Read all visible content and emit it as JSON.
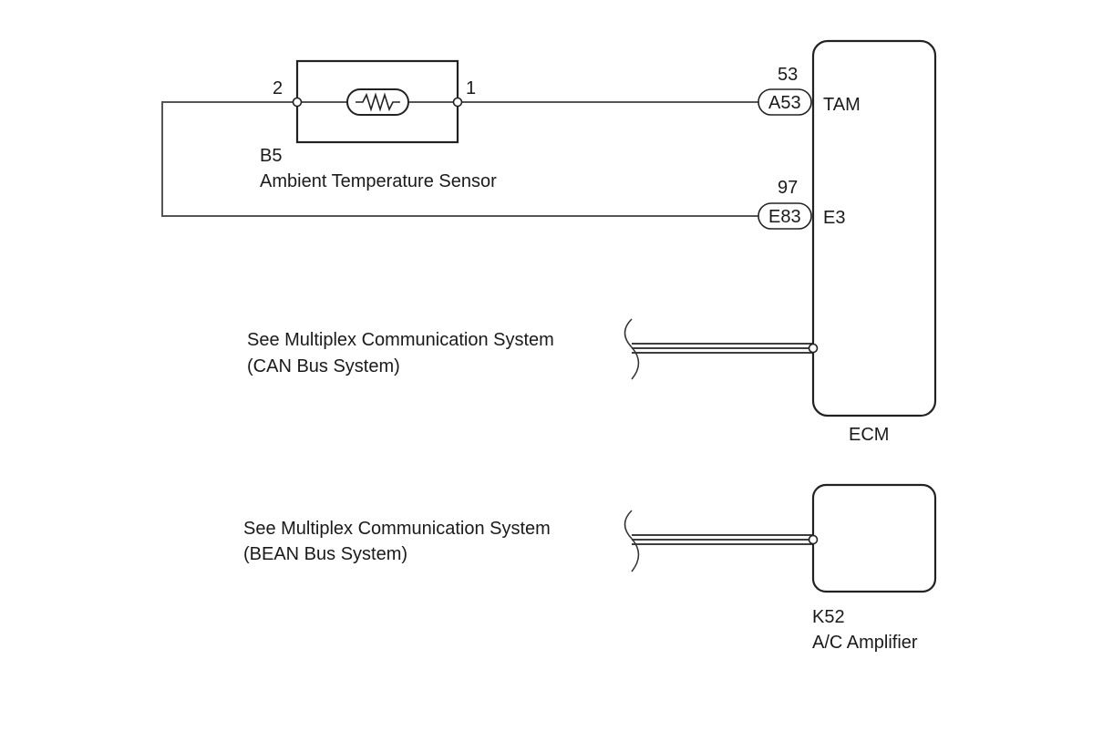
{
  "sensor": {
    "code": "B5",
    "name": "Ambient Temperature Sensor",
    "pin_left": "2",
    "pin_right": "1"
  },
  "ecm": {
    "name": "ECM",
    "pins": [
      {
        "number": "53",
        "connector": "A53",
        "signal": "TAM"
      },
      {
        "number": "97",
        "connector": "E83",
        "signal": "E3"
      }
    ]
  },
  "amplifier": {
    "code": "K52",
    "name": "A/C Amplifier"
  },
  "references": [
    {
      "line1": "See Multiplex Communication System",
      "line2": "(CAN Bus System)"
    },
    {
      "line1": "See Multiplex Communication System",
      "line2": "(BEAN Bus System)"
    }
  ]
}
